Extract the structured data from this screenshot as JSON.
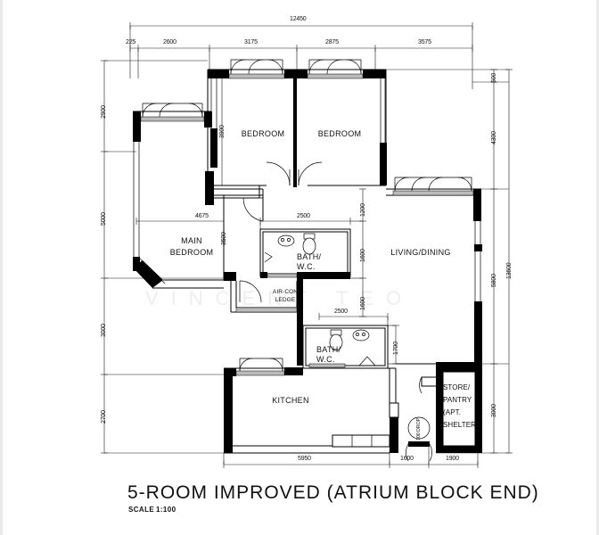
{
  "title": "5-ROOM IMPROVED (ATRIUM BLOCK END)",
  "scale_label": "SCALE",
  "scale_value": "1:100",
  "watermark": "VINCENT TEO",
  "rooms": [
    {
      "key": "bedroom_1",
      "label": "BEDROOM"
    },
    {
      "key": "bedroom_2",
      "label": "BEDROOM"
    },
    {
      "key": "main_bedroom_l1",
      "label": "MAIN"
    },
    {
      "key": "main_bedroom_l2",
      "label": "BEDROOM"
    },
    {
      "key": "bath_1_l1",
      "label": "BATH/"
    },
    {
      "key": "bath_1_l2",
      "label": "W.C."
    },
    {
      "key": "bath_2_l1",
      "label": "BATH/"
    },
    {
      "key": "bath_2_l2",
      "label": "W.C."
    },
    {
      "key": "aircon_l1",
      "label": "AIR-CON"
    },
    {
      "key": "aircon_l2",
      "label": "LEDGE"
    },
    {
      "key": "living_dining",
      "label": "LIVING/DINING"
    },
    {
      "key": "kitchen",
      "label": "KITCHEN"
    },
    {
      "key": "store_l1",
      "label": "STORE/"
    },
    {
      "key": "store_l2",
      "label": "PANTRY"
    },
    {
      "key": "store_l3",
      "label": "(APT."
    },
    {
      "key": "store_l4",
      "label": "SHELTER)"
    }
  ],
  "dimensions": {
    "top_overall": "12450",
    "top_chain": [
      "225",
      "2600",
      "3175",
      "2875",
      "3575"
    ],
    "left_chain": [
      "2900",
      "5000",
      "3000",
      "2700"
    ],
    "right_overall": "13600",
    "right_chain": [
      "500",
      "4300",
      "5800",
      "3000"
    ],
    "bottom_chain": [
      "5950",
      "1600",
      "1900"
    ],
    "interior": {
      "main_bedroom_width": "4675",
      "main_bedroom_depth": "3500",
      "bedroom_depth": "3900",
      "bath1_width": "2500",
      "bath1_depth": "1600",
      "living_offset": "1200",
      "corridor": "1600",
      "bath2_width": "2500",
      "bath2_depth": "1700"
    },
    "drop_note": "100 DROP"
  },
  "colors": {
    "wall": "#000000",
    "line": "#1a1a1a",
    "background": "#ffffff",
    "watermark": "#eeeeee"
  }
}
